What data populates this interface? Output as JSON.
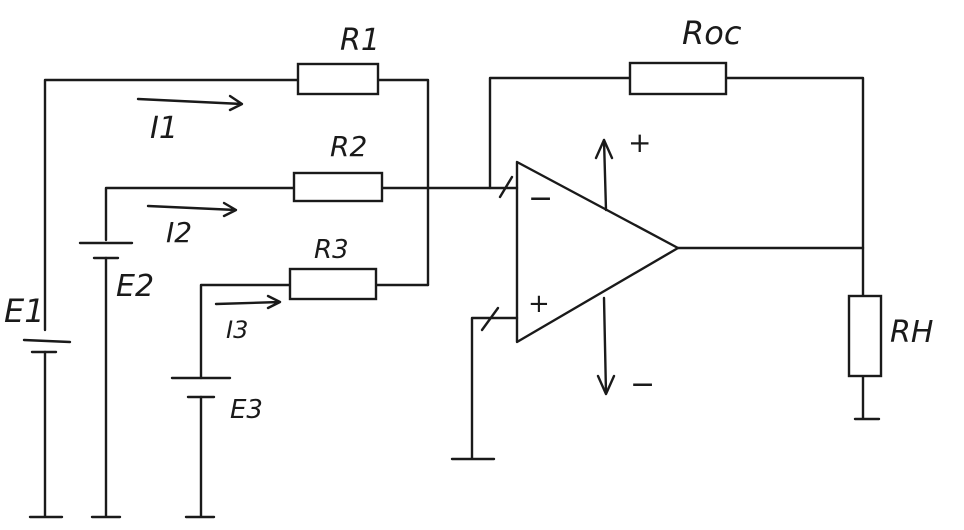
{
  "resistors": {
    "r1": "R1",
    "r2": "R2",
    "r3": "R3",
    "roc": "Roc",
    "rh": "RH"
  },
  "currents": {
    "i1": "I1",
    "i2": "I2",
    "i3": "I3"
  },
  "sources": {
    "e1": "E1",
    "e2": "E2",
    "e3": "E3"
  },
  "opamp": {
    "inv_sign": "−",
    "noninv_sign": "+",
    "supply_pos": "+",
    "supply_neg": "−"
  }
}
